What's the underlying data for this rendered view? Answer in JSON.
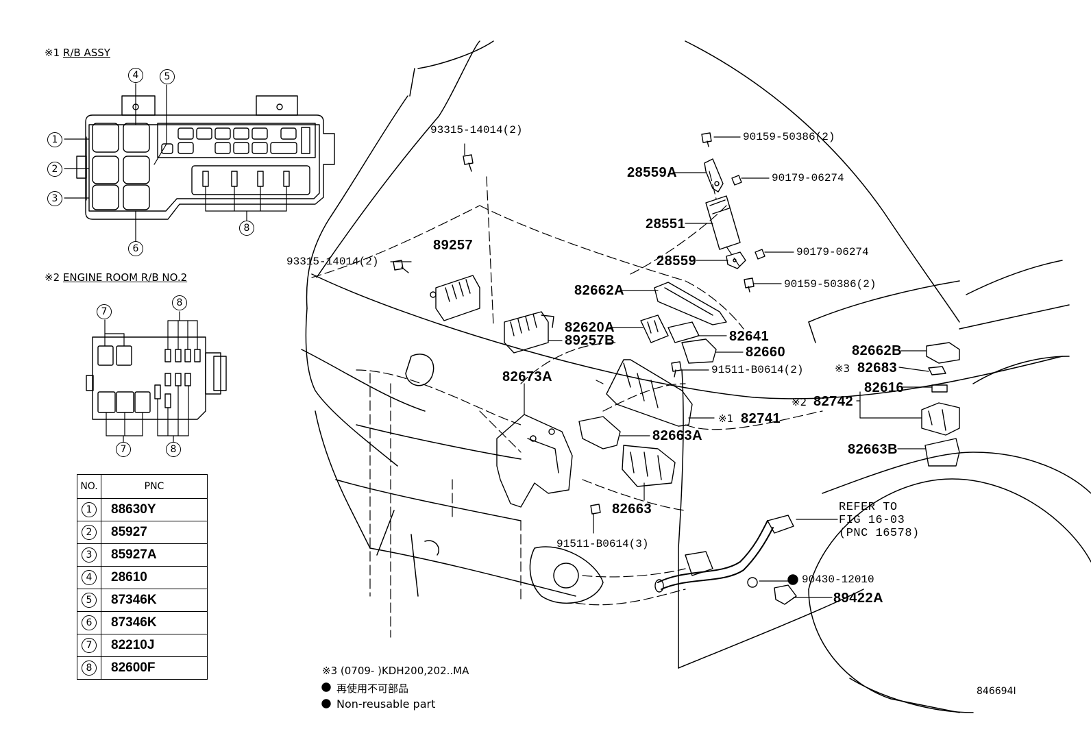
{
  "rb_assy": {
    "prefix": "※1",
    "title": "R/B ASSY"
  },
  "rb_no2": {
    "prefix": "※2",
    "title": "ENGINE ROOM R/B NO.2"
  },
  "callouts": [
    "1",
    "2",
    "3",
    "4",
    "5",
    "6",
    "7",
    "8"
  ],
  "table": {
    "header_no": "NO.",
    "header_pnc": "PNC",
    "rows": [
      {
        "no": "1",
        "pnc": "88630Y"
      },
      {
        "no": "2",
        "pnc": "85927"
      },
      {
        "no": "3",
        "pnc": "85927A"
      },
      {
        "no": "4",
        "pnc": "28610"
      },
      {
        "no": "5",
        "pnc": "87346K"
      },
      {
        "no": "6",
        "pnc": "87346K"
      },
      {
        "no": "7",
        "pnc": "82210J"
      },
      {
        "no": "8",
        "pnc": "82600F"
      }
    ]
  },
  "parts": {
    "p93315_top": "93315-14014(2)",
    "p93315_left": "93315-14014(2)",
    "p89257": "89257",
    "p89257B": "89257B",
    "p90159_top": "90159-50386(2)",
    "p28559A": "28559A",
    "p90179_top": "90179-06274",
    "p28551": "28551",
    "p28559": "28559",
    "p90179_mid": "90179-06274",
    "p90159_mid": "90159-50386(2)",
    "p82662A": "82662A",
    "p82620A": "82620A",
    "p82641": "82641",
    "p82660": "82660",
    "p91511_top": "91511-B0614(2)",
    "p82673A": "82673A",
    "p82741_mark": "※1",
    "p82741": "82741",
    "p82663A": "82663A",
    "p82663": "82663",
    "p91511_bot": "91511-B0614(3)",
    "p82662B": "82662B",
    "p82683_mark": "※3",
    "p82683": "82683",
    "p82616": "82616",
    "p82742_mark": "※2",
    "p82742": "82742",
    "p82663B": "82663B",
    "refer1": "REFER TO",
    "refer2": "FIG 16-03",
    "refer3": "(PNC 16578)",
    "p90430": "90430-12010",
    "p89422A": "89422A"
  },
  "notes": {
    "note3": "※3 (0709-        )KDH200,202..MA",
    "bullet1": "再使用不可部品",
    "bullet2": "Non-reusable part",
    "figure_id": "846694I"
  }
}
